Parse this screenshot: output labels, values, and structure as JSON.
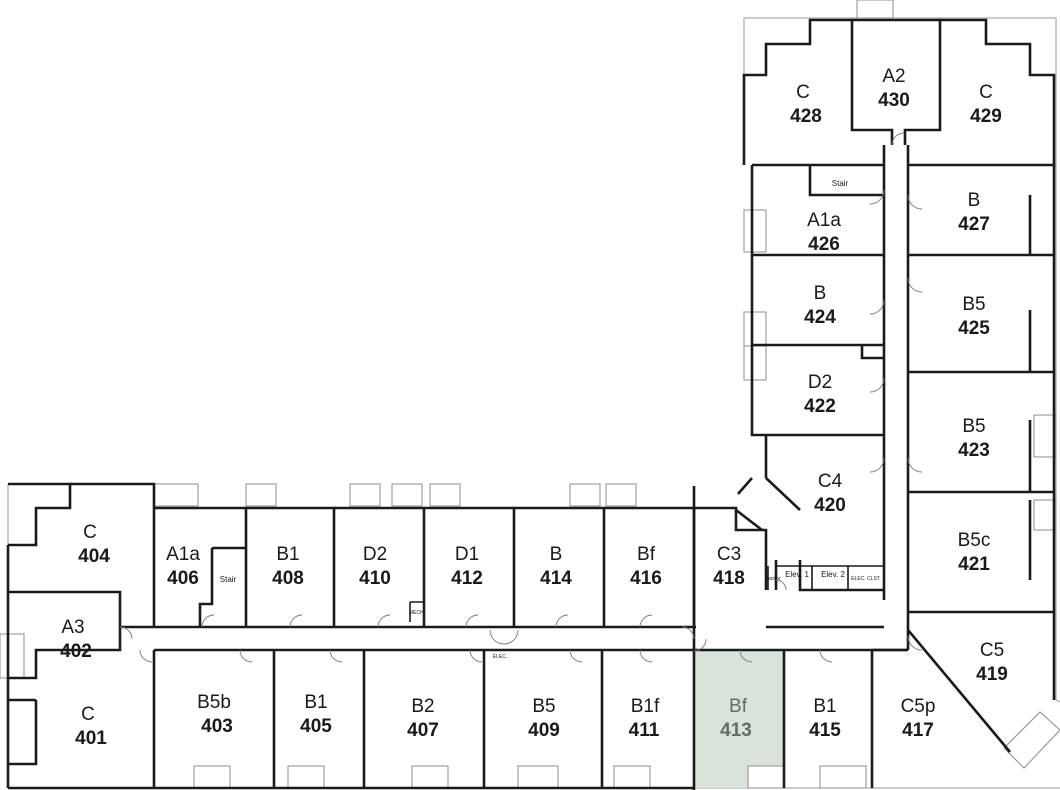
{
  "colors": {
    "wall": "#1a1a1a",
    "highlight_fill": "#d9e3da",
    "highlight_text": "#5e6f66",
    "background": "#ffffff"
  },
  "rooms": [
    {
      "id": "r428",
      "type": "C",
      "number": "428"
    },
    {
      "id": "r430",
      "type": "A2",
      "number": "430"
    },
    {
      "id": "r429",
      "type": "C",
      "number": "429"
    },
    {
      "id": "r426",
      "type": "A1a",
      "number": "426"
    },
    {
      "id": "r427",
      "type": "B",
      "number": "427"
    },
    {
      "id": "r424",
      "type": "B",
      "number": "424"
    },
    {
      "id": "r425",
      "type": "B5",
      "number": "425"
    },
    {
      "id": "r422",
      "type": "D2",
      "number": "422"
    },
    {
      "id": "r423",
      "type": "B5",
      "number": "423"
    },
    {
      "id": "r420",
      "type": "C4",
      "number": "420"
    },
    {
      "id": "r421",
      "type": "B5c",
      "number": "421"
    },
    {
      "id": "r419",
      "type": "C5",
      "number": "419"
    },
    {
      "id": "r404",
      "type": "C",
      "number": "404"
    },
    {
      "id": "r406",
      "type": "A1a",
      "number": "406"
    },
    {
      "id": "r408",
      "type": "B1",
      "number": "408"
    },
    {
      "id": "r410",
      "type": "D2",
      "number": "410"
    },
    {
      "id": "r412",
      "type": "D1",
      "number": "412"
    },
    {
      "id": "r414",
      "type": "B",
      "number": "414"
    },
    {
      "id": "r416",
      "type": "Bf",
      "number": "416"
    },
    {
      "id": "r418",
      "type": "C3",
      "number": "418"
    },
    {
      "id": "r402",
      "type": "A3",
      "number": "402"
    },
    {
      "id": "r401",
      "type": "C",
      "number": "401"
    },
    {
      "id": "r403",
      "type": "B5b",
      "number": "403"
    },
    {
      "id": "r405",
      "type": "B1",
      "number": "405"
    },
    {
      "id": "r407",
      "type": "B2",
      "number": "407"
    },
    {
      "id": "r409",
      "type": "B5",
      "number": "409"
    },
    {
      "id": "r411",
      "type": "B1f",
      "number": "411"
    },
    {
      "id": "r413",
      "type": "Bf",
      "number": "413",
      "highlighted": true
    },
    {
      "id": "r415",
      "type": "B1",
      "number": "415"
    },
    {
      "id": "r417",
      "type": "C5p",
      "number": "417"
    }
  ],
  "utility_labels": {
    "stair_top": "Stair",
    "stair_left": "Stair",
    "elev1": "Elev. 1",
    "elev2": "Elev. 2",
    "elec_closet": "ELEC. CLST.",
    "janitor": "Janitor",
    "mech": "MECH.",
    "elec": "ELEC."
  }
}
